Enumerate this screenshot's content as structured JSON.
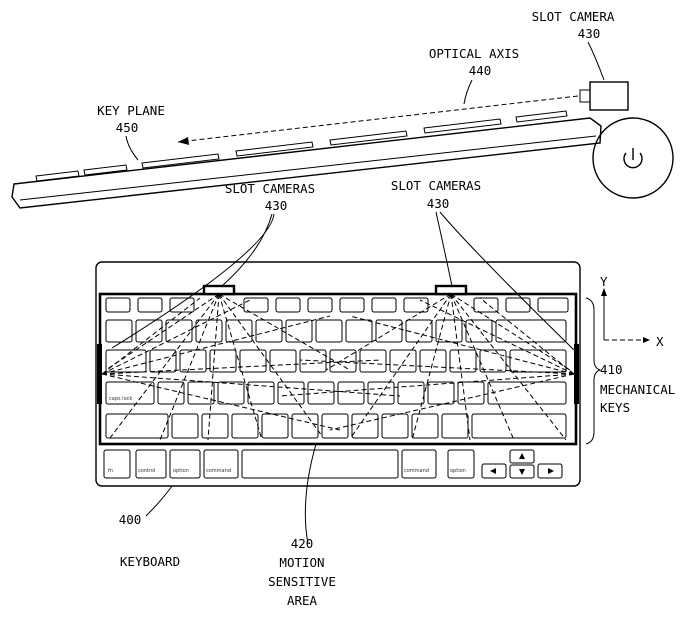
{
  "labels": {
    "slot_camera_title": "SLOT CAMERA",
    "slot_camera_num": "430",
    "optical_axis_title": "OPTICAL AXIS",
    "optical_axis_num": "440",
    "key_plane_title": "KEY PLANE",
    "key_plane_num": "450",
    "slot_cameras_left_title": "SLOT CAMERAS",
    "slot_cameras_left_num": "430",
    "slot_cameras_right_title": "SLOT CAMERAS",
    "slot_cameras_right_num": "430",
    "mech_keys_num": "410",
    "mech_keys_line1": "MECHANICAL",
    "mech_keys_line2": "KEYS",
    "keyboard_num": "400",
    "keyboard_title": "KEYBOARD",
    "motion_num": "420",
    "motion_line1": "MOTION",
    "motion_line2": "SENSITIVE",
    "motion_line3": "AREA",
    "axis_y": "Y",
    "axis_x": "X"
  },
  "key_legends": {
    "caps": "caps lock",
    "option_l": "option",
    "command_l": "command",
    "command_r": "command",
    "option_r": "option",
    "fn": "fn",
    "control": "control"
  },
  "icons": [
    "power-icon",
    "arrow-up-icon",
    "arrow-down-icon",
    "arrow-left-icon",
    "arrow-right-icon"
  ]
}
